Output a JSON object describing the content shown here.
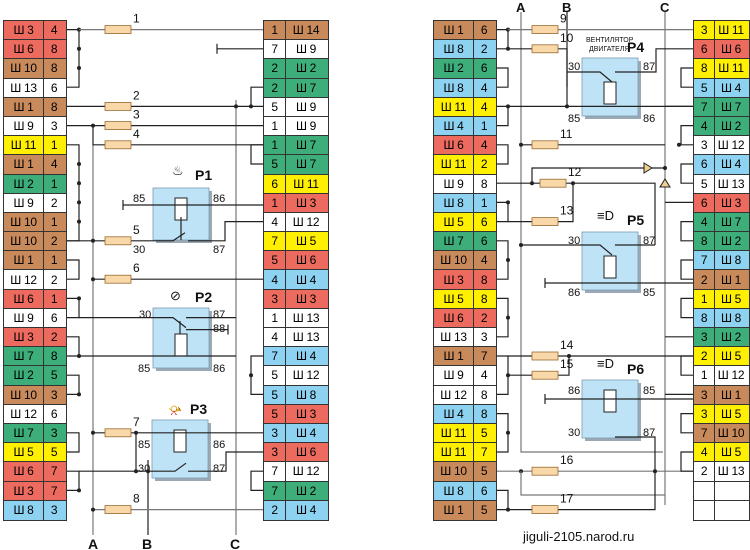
{
  "colors": {
    "red": "#EC6A5E",
    "brown": "#C98A5B",
    "white": "#FFFFFF",
    "yellow": "#FFEF00",
    "green": "#3DAE7A",
    "blue": "#8DD2F0",
    "relay_fill": "#BFE3F6",
    "fuse_fill": "#F8D7A8"
  },
  "left_panel": {
    "left_table": [
      {
        "conn": "Ш 3",
        "pin": "4",
        "color": "red"
      },
      {
        "conn": "Ш 6",
        "pin": "8",
        "color": "red"
      },
      {
        "conn": "Ш 10",
        "pin": "8",
        "color": "brown"
      },
      {
        "conn": "Ш 13",
        "pin": "6",
        "color": "white"
      },
      {
        "conn": "Ш 1",
        "pin": "8",
        "color": "brown"
      },
      {
        "conn": "Ш 9",
        "pin": "3",
        "color": "white"
      },
      {
        "conn": "Ш 11",
        "pin": "1",
        "color": "yellow"
      },
      {
        "conn": "Ш 1",
        "pin": "4",
        "color": "brown"
      },
      {
        "conn": "Ш 2",
        "pin": "1",
        "color": "green"
      },
      {
        "conn": "Ш 9",
        "pin": "2",
        "color": "white"
      },
      {
        "conn": "Ш 10",
        "pin": "1",
        "color": "brown"
      },
      {
        "conn": "Ш 10",
        "pin": "2",
        "color": "brown"
      },
      {
        "conn": "Ш 1",
        "pin": "1",
        "color": "brown"
      },
      {
        "conn": "Ш 12",
        "pin": "2",
        "color": "white"
      },
      {
        "conn": "Ш 6",
        "pin": "1",
        "color": "red"
      },
      {
        "conn": "Ш 9",
        "pin": "6",
        "color": "white"
      },
      {
        "conn": "Ш 3",
        "pin": "2",
        "color": "red"
      },
      {
        "conn": "Ш 7",
        "pin": "8",
        "color": "green"
      },
      {
        "conn": "Ш 2",
        "pin": "5",
        "color": "green"
      },
      {
        "conn": "Ш 10",
        "pin": "3",
        "color": "brown"
      },
      {
        "conn": "Ш 12",
        "pin": "6",
        "color": "white"
      },
      {
        "conn": "Ш 7",
        "pin": "3",
        "color": "green"
      },
      {
        "conn": "Ш 5",
        "pin": "5",
        "color": "yellow"
      },
      {
        "conn": "Ш 6",
        "pin": "7",
        "color": "red"
      },
      {
        "conn": "Ш 3",
        "pin": "7",
        "color": "red"
      },
      {
        "conn": "Ш 8",
        "pin": "3",
        "color": "blue"
      }
    ],
    "right_table": [
      {
        "pin": "1",
        "conn": "Ш 14",
        "color": "brown"
      },
      {
        "pin": "7",
        "conn": "Ш 9",
        "color": "white"
      },
      {
        "pin": "2",
        "conn": "Ш 2",
        "color": "green"
      },
      {
        "pin": "2",
        "conn": "Ш 7",
        "color": "green"
      },
      {
        "pin": "5",
        "conn": "Ш 9",
        "color": "white"
      },
      {
        "pin": "1",
        "conn": "Ш 9",
        "color": "white"
      },
      {
        "pin": "1",
        "conn": "Ш 7",
        "color": "green"
      },
      {
        "pin": "5",
        "conn": "Ш 7",
        "color": "green"
      },
      {
        "pin": "6",
        "conn": "Ш 11",
        "color": "yellow"
      },
      {
        "pin": "1",
        "conn": "Ш 3",
        "color": "red"
      },
      {
        "pin": "4",
        "conn": "Ш 12",
        "color": "white"
      },
      {
        "pin": "7",
        "conn": "Ш 5",
        "color": "yellow"
      },
      {
        "pin": "5",
        "conn": "Ш 6",
        "color": "red"
      },
      {
        "pin": "4",
        "conn": "Ш 4",
        "color": "blue"
      },
      {
        "pin": "3",
        "conn": "Ш 3",
        "color": "red"
      },
      {
        "pin": "1",
        "conn": "Ш 13",
        "color": "white"
      },
      {
        "pin": "4",
        "conn": "Ш 13",
        "color": "white"
      },
      {
        "pin": "7",
        "conn": "Ш 4",
        "color": "blue"
      },
      {
        "pin": "5",
        "conn": "Ш 12",
        "color": "white"
      },
      {
        "pin": "5",
        "conn": "Ш 8",
        "color": "blue"
      },
      {
        "pin": "5",
        "conn": "Ш 3",
        "color": "red"
      },
      {
        "pin": "3",
        "conn": "Ш 4",
        "color": "blue"
      },
      {
        "pin": "3",
        "conn": "Ш 6",
        "color": "red"
      },
      {
        "pin": "7",
        "conn": "Ш 12",
        "color": "white"
      },
      {
        "pin": "7",
        "conn": "Ш 2",
        "color": "green"
      },
      {
        "pin": "2",
        "conn": "Ш 4",
        "color": "blue"
      }
    ],
    "fuses": [
      "1",
      "2",
      "3",
      "4",
      "5",
      "6",
      "7",
      "8"
    ],
    "relays": [
      {
        "id": "P1",
        "icon": "rear-window-heater-icon",
        "pins": {
          "a": "85",
          "b": "86",
          "c": "30",
          "d": "87"
        }
      },
      {
        "id": "P2",
        "icon": "washer-icon",
        "pins": {
          "a": "30",
          "b": "87",
          "c": "88",
          "d": "85",
          "e": "86"
        }
      },
      {
        "id": "P3",
        "icon": "horn-icon",
        "pins": {
          "a": "85",
          "b": "86",
          "c": "30",
          "d": "87"
        }
      }
    ],
    "bus_labels": [
      "A",
      "B",
      "C"
    ]
  },
  "right_panel": {
    "left_table": [
      {
        "conn": "Ш 1",
        "pin": "6",
        "color": "brown"
      },
      {
        "conn": "Ш 8",
        "pin": "2",
        "color": "blue"
      },
      {
        "conn": "Ш 2",
        "pin": "6",
        "color": "green"
      },
      {
        "conn": "Ш 8",
        "pin": "4",
        "color": "blue"
      },
      {
        "conn": "Ш 11",
        "pin": "4",
        "color": "yellow"
      },
      {
        "conn": "Ш 4",
        "pin": "1",
        "color": "blue"
      },
      {
        "conn": "Ш 6",
        "pin": "4",
        "color": "red"
      },
      {
        "conn": "Ш 11",
        "pin": "2",
        "color": "yellow"
      },
      {
        "conn": "Ш 9",
        "pin": "8",
        "color": "white"
      },
      {
        "conn": "Ш 8",
        "pin": "1",
        "color": "blue"
      },
      {
        "conn": "Ш 5",
        "pin": "6",
        "color": "yellow"
      },
      {
        "conn": "Ш 7",
        "pin": "6",
        "color": "green"
      },
      {
        "conn": "Ш 10",
        "pin": "4",
        "color": "brown"
      },
      {
        "conn": "Ш 3",
        "pin": "8",
        "color": "red"
      },
      {
        "conn": "Ш 5",
        "pin": "8",
        "color": "yellow"
      },
      {
        "conn": "Ш 6",
        "pin": "2",
        "color": "red"
      },
      {
        "conn": "Ш 13",
        "pin": "3",
        "color": "white"
      },
      {
        "conn": "Ш 1",
        "pin": "7",
        "color": "brown"
      },
      {
        "conn": "Ш 9",
        "pin": "4",
        "color": "white"
      },
      {
        "conn": "Ш 12",
        "pin": "8",
        "color": "white"
      },
      {
        "conn": "Ш 4",
        "pin": "8",
        "color": "blue"
      },
      {
        "conn": "Ш 11",
        "pin": "5",
        "color": "yellow"
      },
      {
        "conn": "Ш 11",
        "pin": "7",
        "color": "yellow"
      },
      {
        "conn": "Ш 10",
        "pin": "5",
        "color": "brown"
      },
      {
        "conn": "Ш 8",
        "pin": "6",
        "color": "blue"
      },
      {
        "conn": "Ш 1",
        "pin": "5",
        "color": "brown"
      }
    ],
    "right_table": [
      {
        "pin": "3",
        "conn": "Ш 11",
        "color": "yellow"
      },
      {
        "pin": "6",
        "conn": "Ш 6",
        "color": "red"
      },
      {
        "pin": "8",
        "conn": "Ш 11",
        "color": "yellow"
      },
      {
        "pin": "5",
        "conn": "Ш 4",
        "color": "blue"
      },
      {
        "pin": "7",
        "conn": "Ш 7",
        "color": "green"
      },
      {
        "pin": "4",
        "conn": "Ш 2",
        "color": "green"
      },
      {
        "pin": "3",
        "conn": "Ш 12",
        "color": "white"
      },
      {
        "pin": "6",
        "conn": "Ш 4",
        "color": "blue"
      },
      {
        "pin": "5",
        "conn": "Ш 13",
        "color": "white"
      },
      {
        "pin": "6",
        "conn": "Ш 3",
        "color": "red"
      },
      {
        "pin": "4",
        "conn": "Ш 7",
        "color": "green"
      },
      {
        "pin": "8",
        "conn": "Ш 2",
        "color": "green"
      },
      {
        "pin": "7",
        "conn": "Ш 8",
        "color": "blue"
      },
      {
        "pin": "2",
        "conn": "Ш 1",
        "color": "brown"
      },
      {
        "pin": "1",
        "conn": "Ш 5",
        "color": "yellow"
      },
      {
        "pin": "8",
        "conn": "Ш 8",
        "color": "blue"
      },
      {
        "pin": "3",
        "conn": "Ш 2",
        "color": "green"
      },
      {
        "pin": "2",
        "conn": "Ш 5",
        "color": "yellow"
      },
      {
        "pin": "1",
        "conn": "Ш 12",
        "color": "white"
      },
      {
        "pin": "3",
        "conn": "Ш 1",
        "color": "brown"
      },
      {
        "pin": "3",
        "conn": "Ш 5",
        "color": "yellow"
      },
      {
        "pin": "7",
        "conn": "Ш 10",
        "color": "brown"
      },
      {
        "pin": "4",
        "conn": "Ш 5",
        "color": "yellow"
      },
      {
        "pin": "2",
        "conn": "Ш 13",
        "color": "white"
      },
      {
        "pin": "",
        "conn": "",
        "color": "white"
      },
      {
        "pin": "",
        "conn": "",
        "color": "white"
      }
    ],
    "fuses": [
      "9",
      "10",
      "11",
      "12",
      "13",
      "14",
      "15",
      "16",
      "17"
    ],
    "relays": [
      {
        "id": "P4",
        "caption": "ВЕНТИЛЯТОР ДВИГАТЕЛЯ",
        "pins": {
          "a": "30",
          "b": "87",
          "c": "85",
          "d": "86"
        }
      },
      {
        "id": "P5",
        "icon": "headlight-low-icon",
        "pins": {
          "a": "30",
          "b": "87",
          "c": "86",
          "d": "85"
        }
      },
      {
        "id": "P6",
        "icon": "headlight-high-icon",
        "pins": {
          "a": "86",
          "b": "85",
          "c": "30",
          "d": "87"
        }
      }
    ],
    "bus_labels": [
      "A",
      "B",
      "C"
    ]
  },
  "website": "jiguli-2105.narod.ru"
}
